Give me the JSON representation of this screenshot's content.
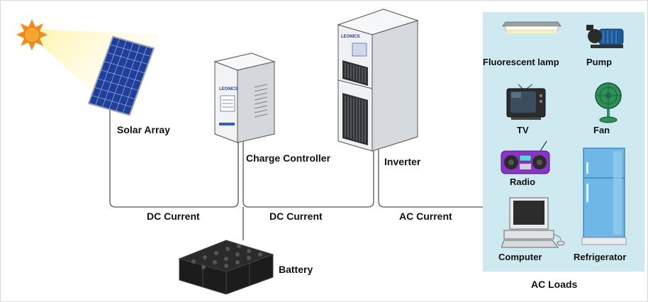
{
  "components": {
    "solar_array": "Solar Array",
    "charge_controller": "Charge Controller",
    "inverter": "Inverter",
    "battery": "Battery"
  },
  "currents": {
    "dc_1": "DC Current",
    "dc_2": "DC Current",
    "ac": "AC Current"
  },
  "loads": {
    "group_title": "AC Loads",
    "fluorescent_lamp": "Fluorescent lamp",
    "pump": "Pump",
    "tv": "TV",
    "fan": "Fan",
    "radio": "Radio",
    "computer": "Computer",
    "refrigerator": "Refrigerator"
  },
  "brand": {
    "charge_controller": "LEONICS",
    "inverter": "LEONICS"
  },
  "colors": {
    "loads_panel": "#cfe9f1",
    "wire": "#555555",
    "sun": "#f28a1e",
    "panel_cells": "#1f3f9a",
    "radio": "#8a35c8",
    "refrigerator": "#6fb7e6"
  }
}
